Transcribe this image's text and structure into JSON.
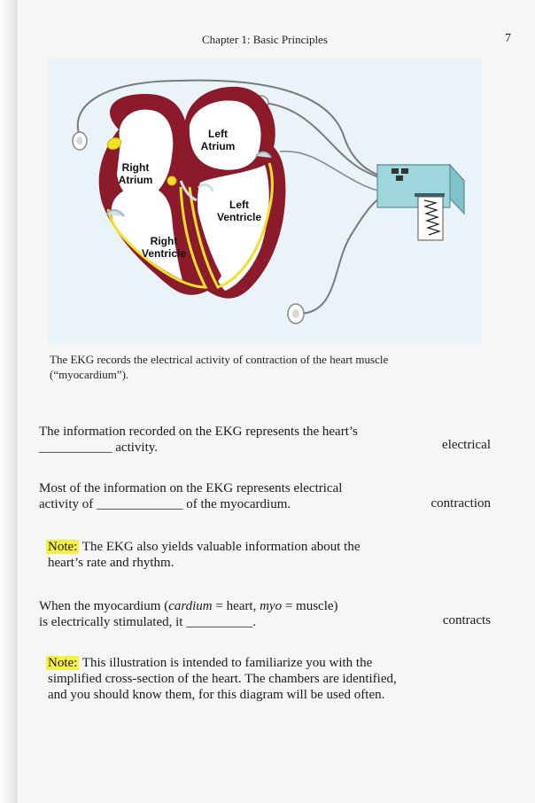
{
  "header": {
    "running_head": "Chapter 1: Basic Principles",
    "page_number": "7"
  },
  "figure": {
    "labels": {
      "right_atrium_1": "Right",
      "right_atrium_2": "Atrium",
      "left_atrium_1": "Left",
      "left_atrium_2": "Atrium",
      "left_ventricle_1": "Left",
      "left_ventricle_2": "Ventricle",
      "right_ventricle_1": "Right",
      "right_ventricle_2": "Ventricle"
    },
    "colors": {
      "myocardium": "#8b1a2b",
      "chamber": "#ffffff",
      "conduction": "#f2e12a",
      "ekg_box": "#9ed6dc",
      "background": "#eaf3f8"
    },
    "caption_line1": "The EKG records the electrical activity of contraction of the heart muscle",
    "caption_line2": "(“myocardium”)."
  },
  "items": [
    {
      "line1": "The information recorded on the EKG represents the heart’s",
      "line2": "___________ activity.",
      "answer": "electrical"
    },
    {
      "line1": "Most of the information on the EKG represents electrical",
      "line2": "activity of _____________ of the myocardium.",
      "answer": "contraction"
    },
    {
      "note_label": "Note:",
      "line1": " The EKG also yields valuable information about the",
      "line2": "heart’s rate and rhythm."
    },
    {
      "line1_a": "When the myocardium (",
      "line1_b": "cardium",
      "line1_c": " = heart, ",
      "line1_d": "myo",
      "line1_e": " = muscle)",
      "line2": "is electrically stimulated, it __________.",
      "answer": "contracts"
    },
    {
      "note_label": "Note:",
      "line1": " This illustration is intended to familiarize you with the",
      "line2": "simplified cross-section of the heart. The chambers are identified,",
      "line3": "and you should know them, for this diagram will be used often."
    }
  ]
}
